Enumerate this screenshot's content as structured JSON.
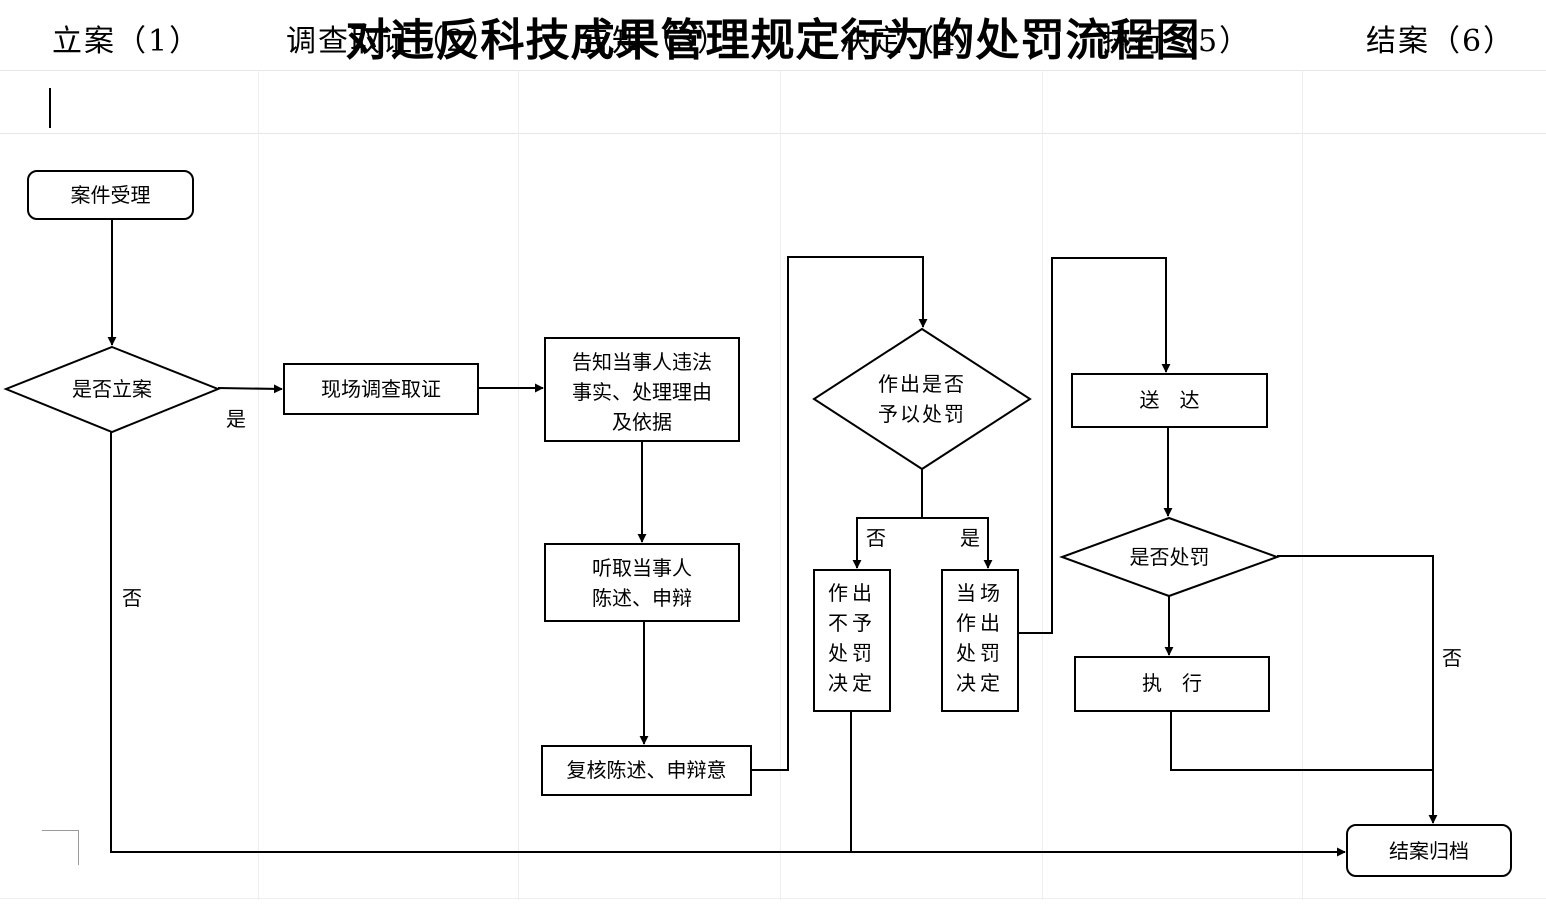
{
  "title": "对违反科技成果管理规定行为的处罚流程图",
  "columns": [
    {
      "label": "立案（1）"
    },
    {
      "label": "调查取证（2）"
    },
    {
      "label": "告知（3）"
    },
    {
      "label": "决定（4）"
    },
    {
      "label": "执行（5）"
    },
    {
      "label": "结案（6）"
    }
  ],
  "nodes": {
    "case_accept": "案件受理",
    "is_register": "是否立案",
    "site_investigation": "现场调查取证",
    "notify_line1": "告知当事人违法",
    "notify_line2": "事实、处理理由",
    "notify_line3": "及依据",
    "hear_line1": "听取当事人",
    "hear_line2": "陈述、申辩",
    "review": "复核陈述、申辩意",
    "decide_line1": "作出是否",
    "decide_line2": "予以处罚",
    "no_penalty_l1": "作出",
    "no_penalty_l2": "不予",
    "no_penalty_l3": "处罚",
    "no_penalty_l4": "决定",
    "onsite_l1": "当场",
    "onsite_l2": "作出",
    "onsite_l3": "处罚",
    "onsite_l4": "决定",
    "deliver": "送　达",
    "is_penalize": "是否处罚",
    "execute": "执　行",
    "archive": "结案归档"
  },
  "edge_labels": {
    "register_yes": "是",
    "register_no": "否",
    "decide_no": "否",
    "decide_yes": "是",
    "penalize_no": "否"
  }
}
